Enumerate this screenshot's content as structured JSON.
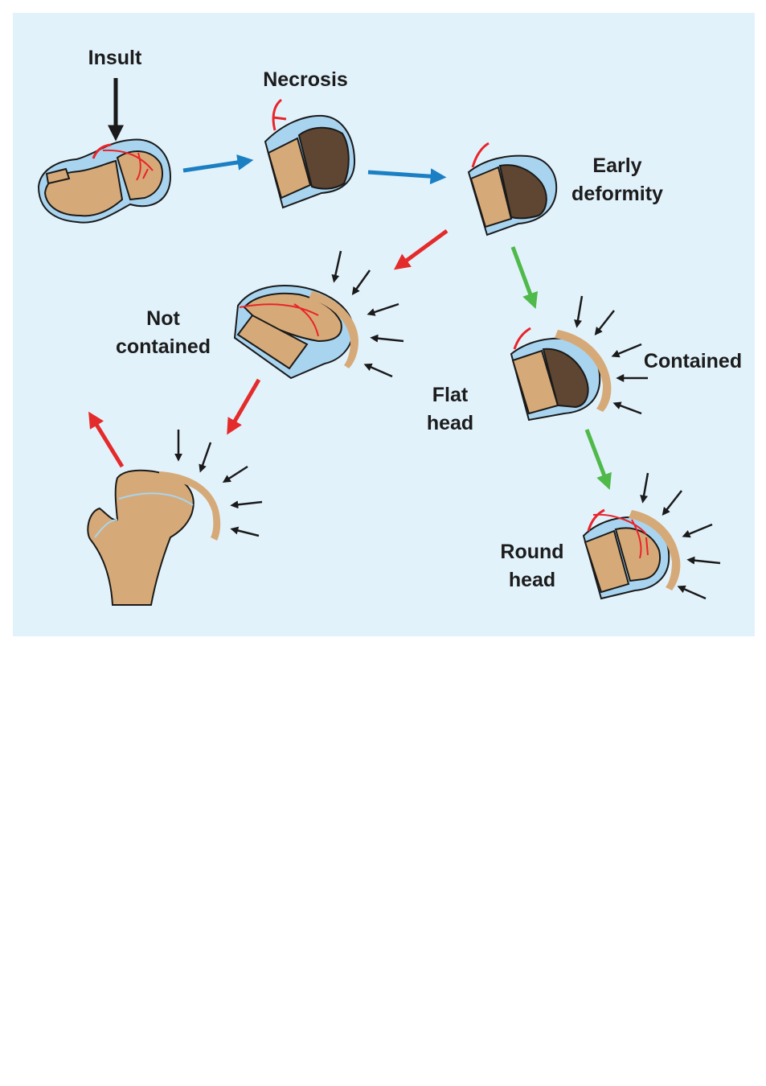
{
  "labels": {
    "insult": "Insult",
    "necrosis": "Necrosis",
    "early_deformity_line1": "Early",
    "early_deformity_line2": "deformity",
    "not_contained_line1": "Not",
    "not_contained_line2": "contained",
    "contained": "Contained",
    "flat_head_line1": "Flat",
    "flat_head_line2": "head",
    "round_head_line1": "Round",
    "round_head_line2": "head"
  },
  "colors": {
    "background": "#e2f2fb",
    "bone": "#d6aa78",
    "cartilage": "#a9d4ef",
    "necrotic": "#5e4632",
    "vessel": "#e8242a",
    "arrow_progression": "#1b7fc3",
    "arrow_bad_outcome": "#e42b2b",
    "arrow_good_outcome": "#4fb94a",
    "arrow_force": "#1a1a1a"
  }
}
